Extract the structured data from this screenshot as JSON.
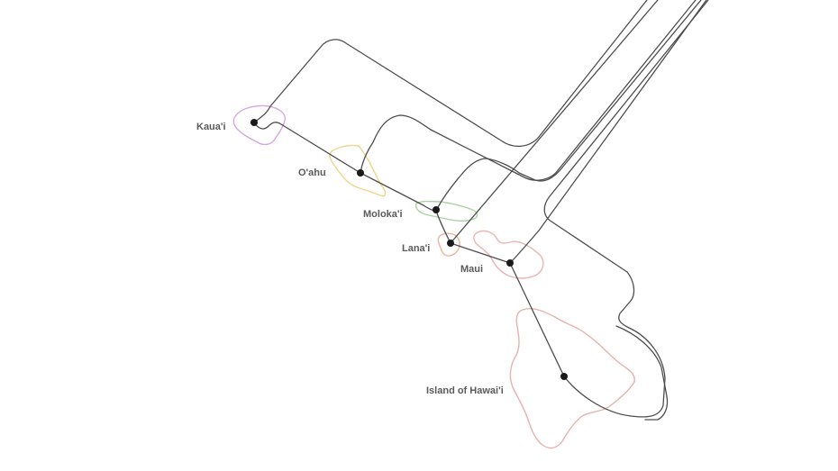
{
  "islands": [
    {
      "id": "kauai",
      "label": "Kaua'i",
      "outline_color": "#d7a6e0"
    },
    {
      "id": "oahu",
      "label": "O'ahu",
      "outline_color": "#efd48a"
    },
    {
      "id": "molokai",
      "label": "Moloka'i",
      "outline_color": "#a9d3a1"
    },
    {
      "id": "lanai",
      "label": "Lana'i",
      "outline_color": "#ebb49c"
    },
    {
      "id": "maui",
      "label": "Maui",
      "outline_color": "#e8b6b4"
    },
    {
      "id": "hawaii",
      "label": "Island of Hawai'i",
      "outline_color": "#e5b3ad"
    }
  ],
  "route_color": "#4d4d4d",
  "node_color": "#1a1a1a"
}
